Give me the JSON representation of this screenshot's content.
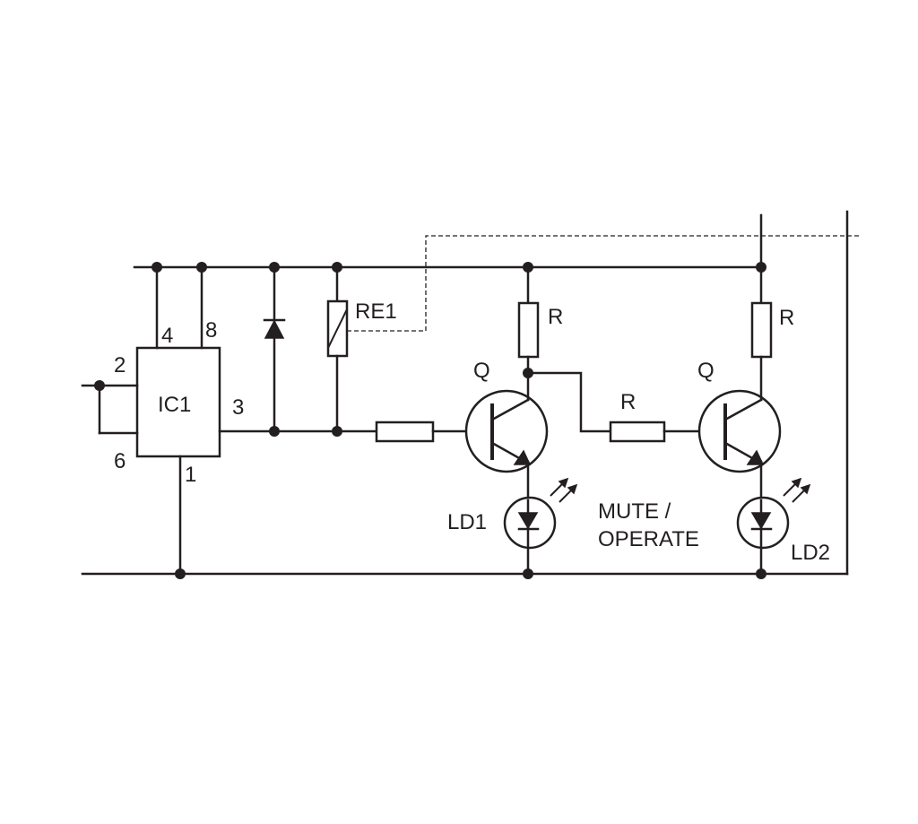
{
  "labels": {
    "ic1": "IC1",
    "pin_2": "2",
    "pin_4": "4",
    "pin_8": "8",
    "pin_3": "3",
    "pin_6": "6",
    "pin_1": "1",
    "relay": "RE1",
    "resistor_r1": "R",
    "resistor_r2": "R",
    "resistor_r3": "R",
    "transistor_q1": "Q",
    "transistor_q2": "Q",
    "led_1": "LD1",
    "led_2": "LD2",
    "mute_line1": "MUTE /",
    "mute_line2": "OPERATE"
  }
}
